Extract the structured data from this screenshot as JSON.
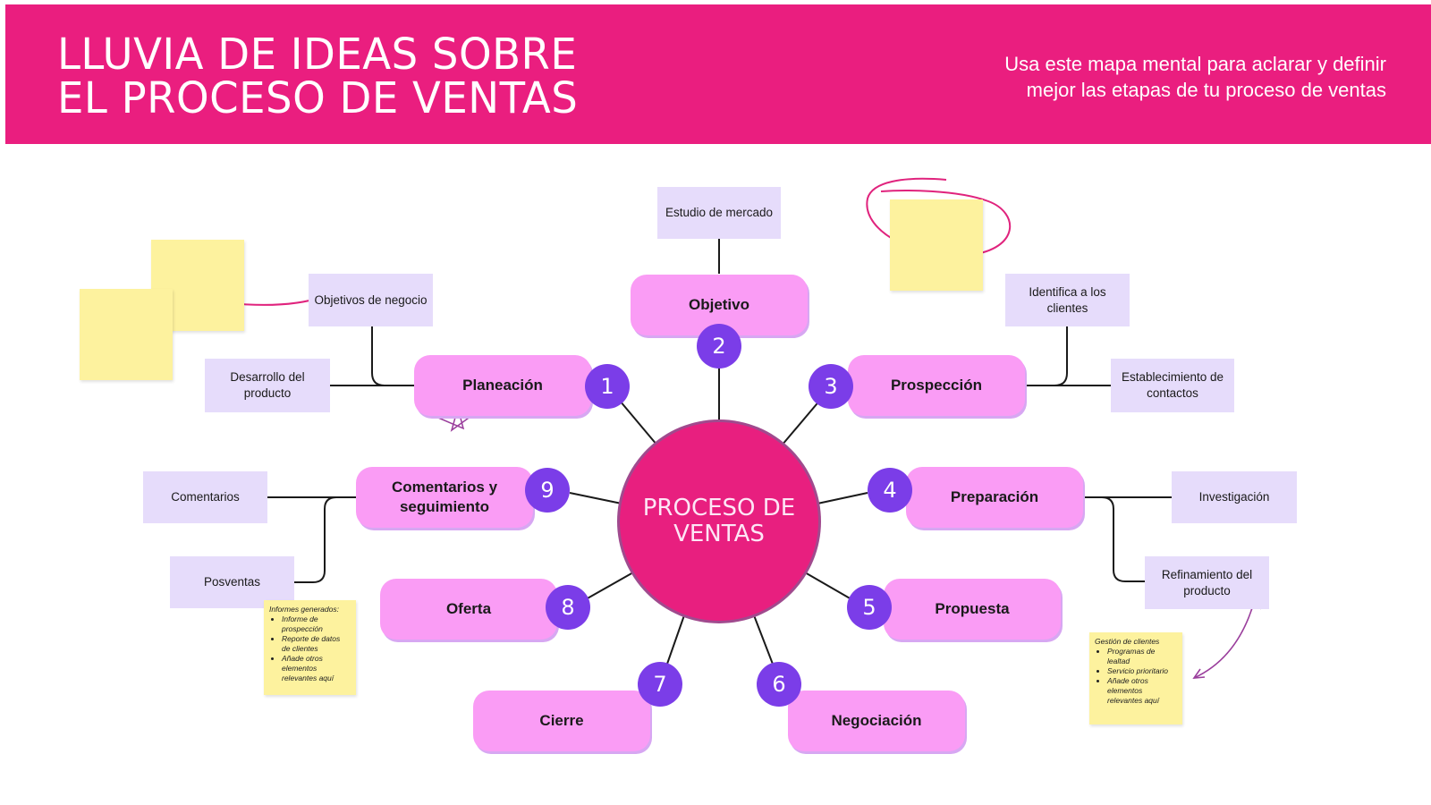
{
  "header": {
    "title_line1": "LLUVIA DE IDEAS SOBRE",
    "title_line2": "EL PROCESO DE VENTAS",
    "subtitle_line1": "Usa este mapa mental para aclarar y definir",
    "subtitle_line2": "mejor las etapas de tu proceso de ventas"
  },
  "center": {
    "line1": "PROCESO DE",
    "line2": "VENTAS"
  },
  "stages": [
    {
      "number": "1",
      "label": "Planeación"
    },
    {
      "number": "2",
      "label": "Objetivo"
    },
    {
      "number": "3",
      "label": "Prospección"
    },
    {
      "number": "4",
      "label": "Preparación"
    },
    {
      "number": "5",
      "label": "Propuesta"
    },
    {
      "number": "6",
      "label": "Negociación"
    },
    {
      "number": "7",
      "label": "Cierre"
    },
    {
      "number": "8",
      "label": "Oferta"
    },
    {
      "number": "9",
      "label_line1": "Comentarios y",
      "label_line2": "seguimiento"
    }
  ],
  "leaves": {
    "estudio_mercado": "Estudio de mercado",
    "objetivos_negocio": "Objetivos de negocio",
    "desarrollo_line1": "Desarrollo del",
    "desarrollo_line2": "producto",
    "identifica_line1": "Identifica a los",
    "identifica_line2": "clientes",
    "establecimiento_line1": "Establecimiento de",
    "establecimiento_line2": "contactos",
    "comentarios": "Comentarios",
    "posventas": "Posventas",
    "investigacion": "Investigación",
    "refinamiento_line1": "Refinamiento del",
    "refinamiento_line2": "producto"
  },
  "notes": {
    "informes_title": "Informes generados:",
    "informes_items": [
      "Informe de prospección",
      "Reporte de datos de clientes",
      "Añade otros elementos relevantes aquí"
    ],
    "gestion_title": "Gestión de clientes",
    "gestion_items": [
      "Programas de lealtad",
      "Servicio prioritario",
      "Añade otros elementos relevantes aquí"
    ]
  },
  "colors": {
    "header_bg": "#ea1e7f",
    "stage_box": "#fa9cf5",
    "number_circle": "#7b3de8",
    "leaf_box": "#e6dcfb",
    "center_circle": "#e81f7f",
    "sticky": "#fdf29e"
  }
}
